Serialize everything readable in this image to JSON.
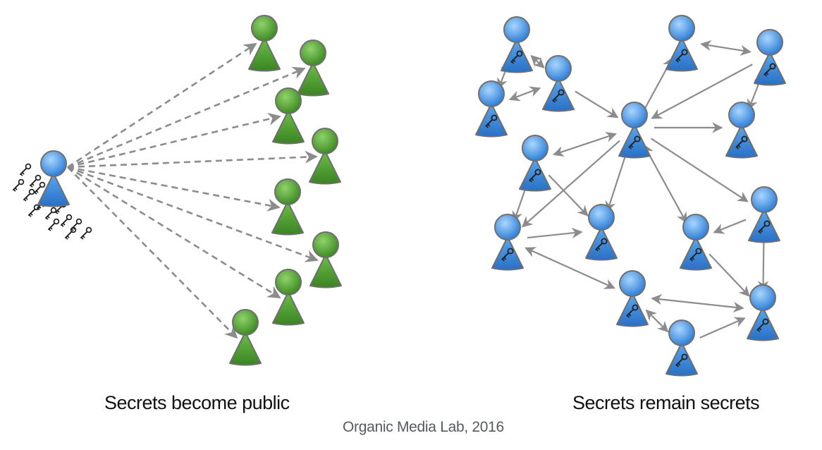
{
  "captions": {
    "left": "Secrets become public",
    "right": "Secrets remain secrets"
  },
  "credit": "Organic Media Lab, 2016",
  "colors": {
    "green_person": "#5aa33a",
    "green_outline": "#6f6f6f",
    "blue_person": "#3f8fdc",
    "blue_outline": "#6f6f6f",
    "edge": "#8c8c8c",
    "key": "#222222"
  },
  "icons": {
    "broadcaster": "person-with-keys-icon",
    "receiver": "person-icon",
    "peer": "person-with-key-icon",
    "key": "key-icon"
  }
}
